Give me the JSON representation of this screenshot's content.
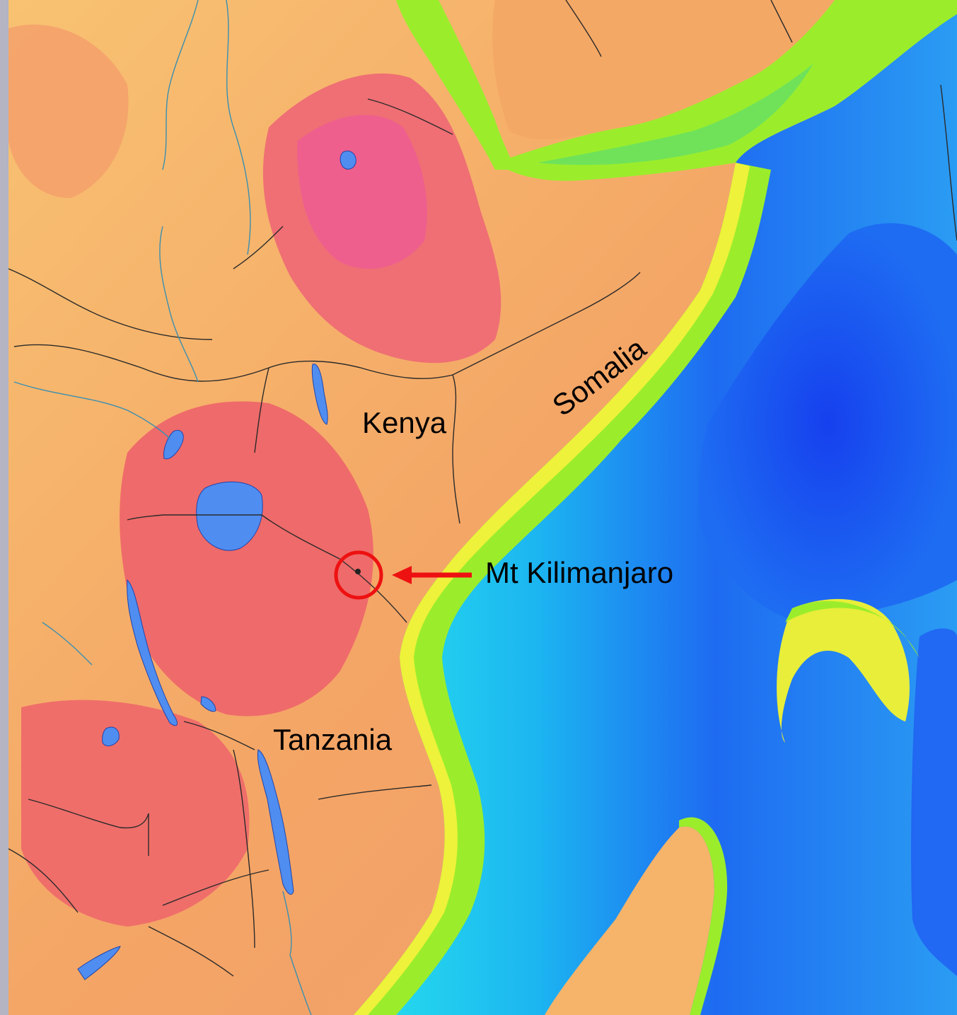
{
  "map": {
    "labels": {
      "kenya": "Kenya",
      "somalia": "Somalia",
      "tanzania": "Tanzania",
      "kilimanjaro": "Mt Kilimanjaro"
    },
    "colors": {
      "annotation": "#ee1111",
      "land_low": "#f6e472",
      "land_mid": "#f7b967",
      "land_high": "#ef6a6a",
      "highland_pink": "#ef5f8a",
      "shelf_green": "#9bed2c",
      "shelf_yellow": "#eef23a",
      "shallow_cyan": "#28d8ee",
      "deep_blue": "#1f5cf2",
      "lake_blue": "#4f8ef0",
      "border_line": "#2a2a2a",
      "river_line": "#3a8fb0"
    },
    "icons": {
      "marker": "circle-marker-icon",
      "pointer": "left-arrow-icon"
    }
  }
}
